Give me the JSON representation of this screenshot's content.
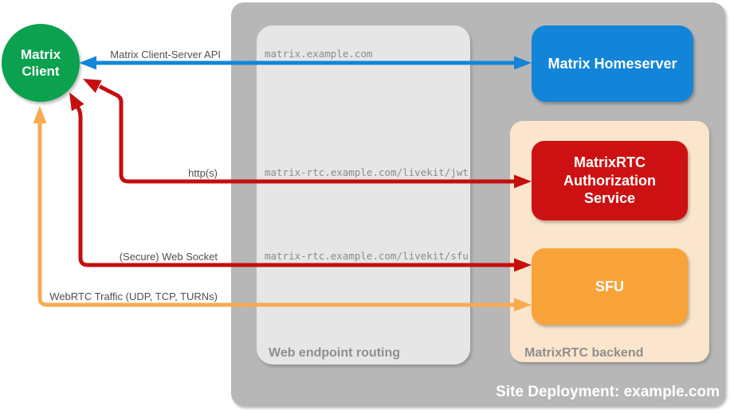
{
  "diagram": {
    "client": {
      "label": "Matrix\nClient"
    },
    "containers": {
      "site": {
        "label": "Site Deployment: example.com"
      },
      "routing": {
        "label": "Web endpoint routing"
      },
      "backend": {
        "label": "MatrixRTC backend"
      }
    },
    "nodes": {
      "homeserver": {
        "label": "Matrix Homeserver"
      },
      "auth": {
        "label": "MatrixRTC Authorization Service"
      },
      "sfu": {
        "label": "SFU"
      }
    },
    "edges": {
      "cs_api": {
        "label": "Matrix Client-Server API",
        "endpoint": "matrix.example.com"
      },
      "https": {
        "label": "http(s)",
        "endpoint": "matrix-rtc.example.com/livekit/jwt"
      },
      "websocket": {
        "label": "(Secure) Web Socket",
        "endpoint": "matrix-rtc.example.com/livekit/sfu"
      },
      "webrtc": {
        "label": "WebRTC Traffic (UDP, TCP, TURNs)"
      }
    },
    "colors": {
      "client_green": "#0ba14f",
      "homeserver_blue": "#1285d8",
      "auth_red": "#cd1112",
      "sfu_orange": "#f8a33a",
      "backend_peach": "#fbe6cd",
      "site_gray": "#b7b7b7",
      "routing_gray": "#e6e6e6",
      "arrow_blue": "#1285d8",
      "arrow_red": "#c40f0e",
      "arrow_orange": "#f9ab52",
      "edge_label_text": "#4f4f4f",
      "endpoint_text": "#8c8c8c",
      "caption_gray": "#8e8e8e"
    }
  }
}
